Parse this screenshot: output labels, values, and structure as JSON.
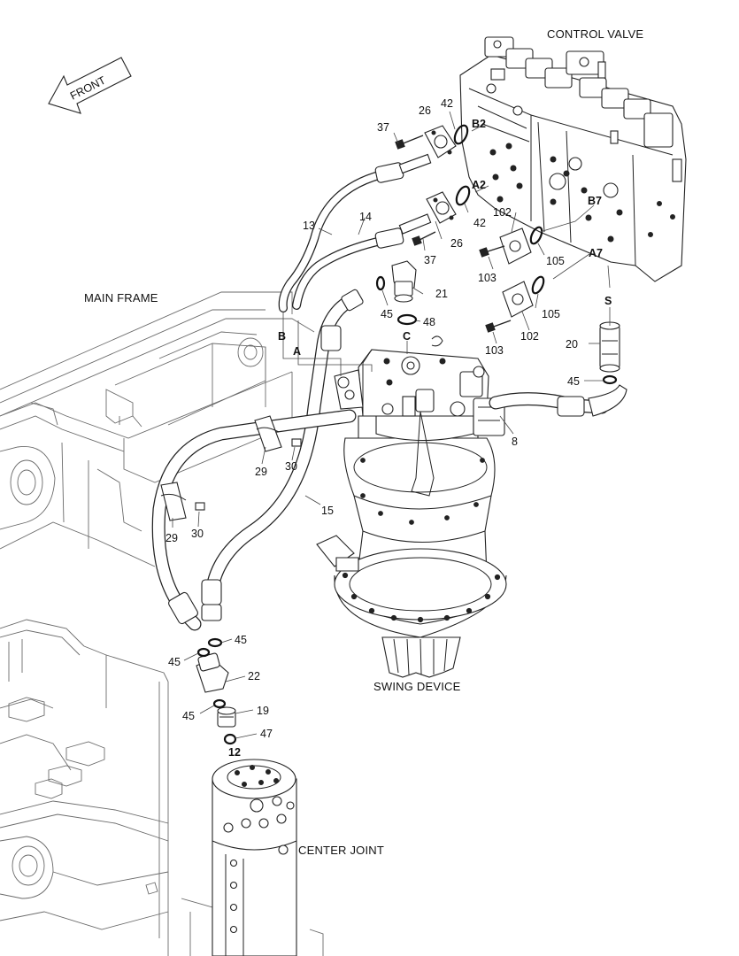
{
  "front_arrow": {
    "label": "FRONT"
  },
  "assemblies": {
    "control_valve": "CONTROL VALVE",
    "main_frame": "MAIN FRAME",
    "swing_device": "SWING DEVICE",
    "center_joint": "CENTER JOINT"
  },
  "part_numbers": {
    "p8": "8",
    "p13": "13",
    "p14": "14",
    "p15": "15",
    "p19": "19",
    "p20": "20",
    "p21": "21",
    "p22": "22",
    "p26a": "26",
    "p26b": "26",
    "p29a": "29",
    "p29b": "29",
    "p30a": "30",
    "p30b": "30",
    "p37a": "37",
    "p37b": "37",
    "p42a": "42",
    "p42b": "42",
    "p45a": "45",
    "p45b": "45",
    "p45c": "45",
    "p45d": "45",
    "p45e": "45",
    "p47": "47",
    "p48": "48",
    "p102a": "102",
    "p102b": "102",
    "p103a": "103",
    "p103b": "103",
    "p105a": "105",
    "p105b": "105"
  },
  "port_labels": {
    "B2": "B2",
    "A2": "A2",
    "B7": "B7",
    "A7": "A7",
    "S": "S",
    "C": "C",
    "A": "A",
    "B": "B",
    "twelve": "12"
  }
}
